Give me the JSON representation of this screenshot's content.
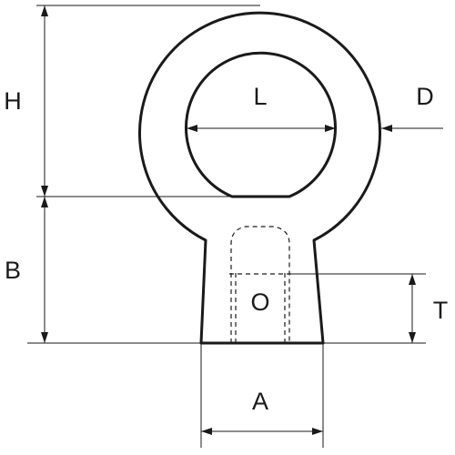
{
  "diagram": {
    "labels": {
      "h": "H",
      "l": "L",
      "d": "D",
      "b": "B",
      "o": "O",
      "t": "T",
      "a": "A"
    },
    "colors": {
      "line": "#1a1a1a",
      "background": "#ffffff"
    }
  }
}
